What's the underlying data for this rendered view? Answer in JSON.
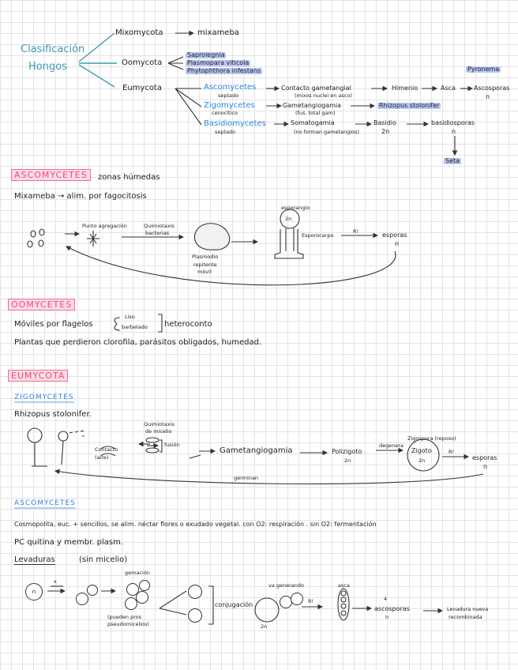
{
  "clasif": {
    "title1": "Clasificación",
    "title2": "Hongos",
    "mixomycota": "Mixomycota",
    "mixameba": "mixameba",
    "oomycota": "Oomycota",
    "oo_items": [
      "Saprolegnia",
      "Plasmopara viticola",
      "Phytophthora infestans"
    ],
    "eumycota": "Eumycota",
    "asco": "Ascomycetes",
    "asco_sub": "septado",
    "asco_chain": [
      "Contacto gametangial",
      "Himenio",
      "Asca",
      "Ascosporas"
    ],
    "asco_note": "(mixos nuclei en asco)",
    "pyronema": "Pyronema",
    "n1": "n",
    "zigo": "Zigomycetes",
    "zigo_sub": "cenocítico",
    "zigo_chain": [
      "Gametangiogamia",
      "Rhizopus stolonifer"
    ],
    "zigo_note": "(fus. total gam)",
    "basidio": "Basidiomycetes",
    "basidio_sub": "septado",
    "basidio_chain": [
      "Somatogamia",
      "Basidio",
      "basidiosporas"
    ],
    "basidio_note": "(no forman gametangios)",
    "n2n": "2n",
    "seta": "Seta"
  },
  "sec1": {
    "title": "ASCOMYCETES",
    "note": "zonas húmedas",
    "line1": "Mixameba → alim. por fagocitosis",
    "punto": "Punto agregación",
    "quimio": "Quimiotaxis",
    "quimio2": "bacterias",
    "plasmodio": "Plasmodio",
    "plasmodio2": "repitente",
    "plasmodio3": "móvil",
    "esporangio": "esporangio",
    "esporocarpo": "Esporocarpo",
    "ri": "R!",
    "esporas": "esporas",
    "n": "n",
    "twon": "2n"
  },
  "sec2": {
    "title": "OOMYCETES",
    "line1a": "Móviles por flagelos",
    "liso": "Liso",
    "barbelado": "barbelado",
    "hetero": "heteroconto",
    "line2": "Plantas que perdieron clorofila, parásitos obligados, humedad."
  },
  "sec3": {
    "title": "EUMYCOTA",
    "sub": "ZIGOMYCETES",
    "rhizo": "Rhizopus stolonifer.",
    "contacto": "Contacto",
    "aire": "(aire)",
    "quimio": "Quimiotaxis",
    "quimio2": "de micelio",
    "fusion": "fusión",
    "gamet": "Gametangiogamia",
    "poli": "Polizigoto",
    "twon": "2n",
    "degenera": "degenera",
    "zigospora": "Zigospora (reposo)",
    "zigoto": "Zigoto",
    "ri": "R!",
    "esporas": "esporas",
    "n": "n",
    "germ": "germinan"
  },
  "sec4": {
    "title": "ASCOMYCETES",
    "line1": "Cosmopolita, euc. + sencillos, se alim. néctar flores o exudado vegetal. con O2: respiración . sin O2: fermentación",
    "line2": "PC quitina y membr. plasm.",
    "lev": "Levaduras",
    "lev2": "(sin micelio)",
    "n": "n",
    "x": "x",
    "gemacion": "gemación",
    "pueden": "(pueden pros",
    "pueden2": "pseudomicelios)",
    "conj": "conjugación",
    "va": "va generando",
    "asca": "asca",
    "twon": "2n",
    "ri": "R!",
    "cuatro": "4",
    "ascosp": "ascosporas",
    "lev_nueva": "Levadura nueva",
    "lev_nueva2": "recombinada"
  }
}
